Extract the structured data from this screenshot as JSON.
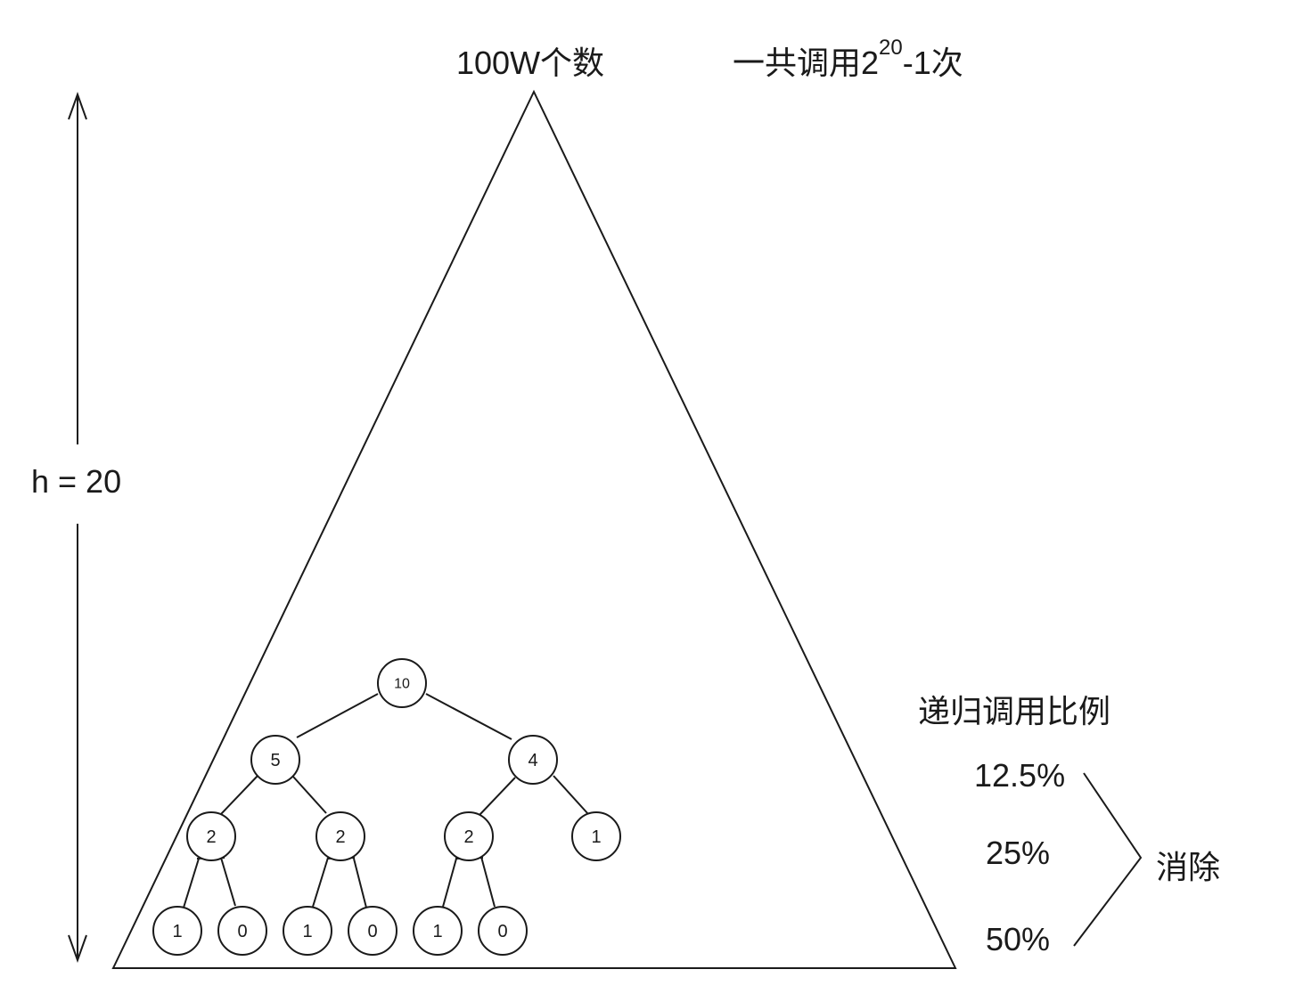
{
  "title": {
    "count": "100W个数",
    "calls_prefix": "一共调用2",
    "calls_exponent": "20",
    "calls_suffix": "-1次"
  },
  "height_label": "h = 20",
  "ratio": {
    "heading": "递归调用比例",
    "percentages": [
      "12.5%",
      "25%",
      "50%"
    ],
    "eliminate_label": "消除"
  },
  "tree": {
    "levels": [
      [
        "10"
      ],
      [
        "5",
        "4"
      ],
      [
        "2",
        "2",
        "2",
        "1"
      ],
      [
        "1",
        "0",
        "1",
        "0",
        "1",
        "0"
      ]
    ]
  }
}
